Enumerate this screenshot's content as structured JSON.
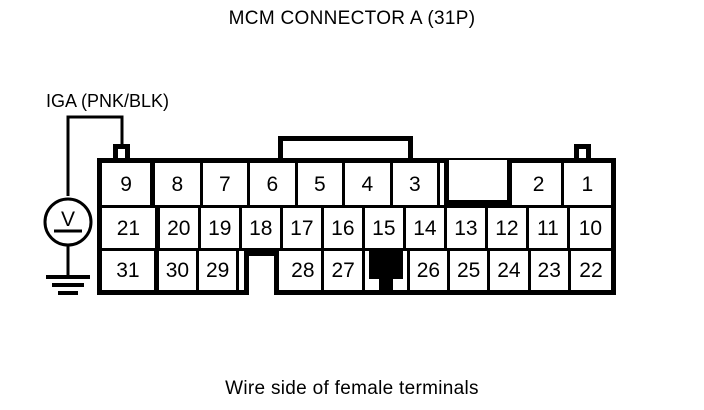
{
  "diagram": {
    "title": "MCM CONNECTOR A (31P)",
    "caption": "Wire side of female terminals",
    "wire_label": "IGA (PNK/BLK)",
    "meter_symbol": "V",
    "colors": {
      "line": "#000000",
      "background": "#ffffff"
    }
  },
  "connector": {
    "name": "MCM CONNECTOR A",
    "pin_count": "31P",
    "rows": {
      "top": [
        "9",
        "8",
        "7",
        "6",
        "5",
        "4",
        "3",
        "",
        "2",
        "1"
      ],
      "middle": [
        "21",
        "20",
        "19",
        "18",
        "17",
        "16",
        "15",
        "14",
        "13",
        "12",
        "11",
        "10"
      ],
      "bottom": [
        "31",
        "30",
        "29",
        "",
        "28",
        "27",
        "",
        "26",
        "25",
        "24",
        "23",
        "22"
      ]
    },
    "probed_terminal": "9"
  }
}
